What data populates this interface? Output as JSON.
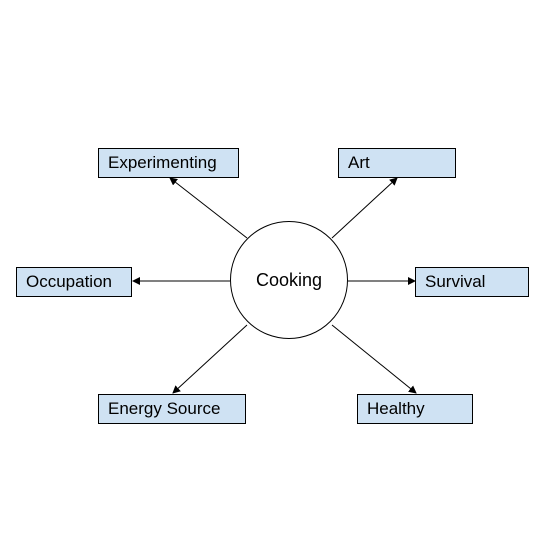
{
  "diagram": {
    "center": {
      "label": "Cooking"
    },
    "nodes": [
      {
        "id": "experimenting",
        "label": "Experimenting"
      },
      {
        "id": "art",
        "label": "Art"
      },
      {
        "id": "occupation",
        "label": "Occupation"
      },
      {
        "id": "survival",
        "label": "Survival"
      },
      {
        "id": "energy-source",
        "label": "Energy Source"
      },
      {
        "id": "healthy",
        "label": "Healthy"
      }
    ],
    "edges": [
      {
        "from": "Cooking",
        "to": "Experimenting"
      },
      {
        "from": "Cooking",
        "to": "Art"
      },
      {
        "from": "Cooking",
        "to": "Occupation"
      },
      {
        "from": "Cooking",
        "to": "Survival"
      },
      {
        "from": "Cooking",
        "to": "Energy Source"
      },
      {
        "from": "Cooking",
        "to": "Healthy"
      }
    ]
  },
  "colors": {
    "box_fill": "#cfe2f3",
    "stroke": "#000000",
    "circle_fill": "#ffffff"
  }
}
